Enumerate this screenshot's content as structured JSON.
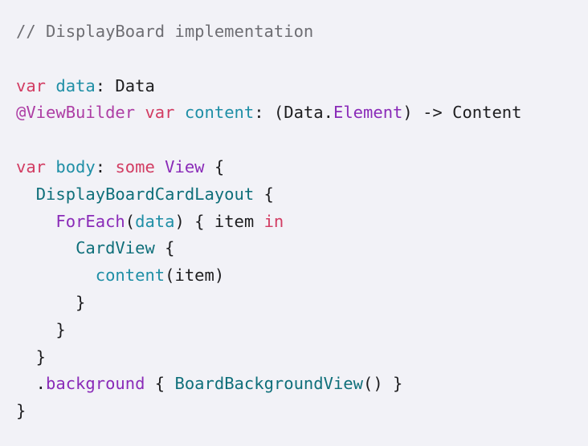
{
  "colors": {
    "background": "#f2f2f7",
    "plain": "#1d1d1f",
    "comment": "#6e6e73",
    "keyword": "#d23c62",
    "attribute": "#ad3da4",
    "property": "#1f8fa6",
    "type": "#8a2bb8",
    "function": "#0f6f7a"
  },
  "code": {
    "lines": [
      [
        {
          "t": "// DisplayBoard implementation",
          "c": "comment"
        }
      ],
      [],
      [
        {
          "t": "var",
          "c": "keyword-red"
        },
        {
          "t": " ",
          "c": "plain"
        },
        {
          "t": "data",
          "c": "prop"
        },
        {
          "t": ": Data",
          "c": "plain"
        }
      ],
      [
        {
          "t": "@ViewBuilder",
          "c": "attribute"
        },
        {
          "t": " ",
          "c": "plain"
        },
        {
          "t": "var",
          "c": "keyword-red"
        },
        {
          "t": " ",
          "c": "plain"
        },
        {
          "t": "content",
          "c": "prop"
        },
        {
          "t": ": (Data.",
          "c": "plain"
        },
        {
          "t": "Element",
          "c": "type"
        },
        {
          "t": ") -> Content",
          "c": "plain"
        }
      ],
      [],
      [
        {
          "t": "var",
          "c": "keyword-red"
        },
        {
          "t": " ",
          "c": "plain"
        },
        {
          "t": "body",
          "c": "prop"
        },
        {
          "t": ": ",
          "c": "plain"
        },
        {
          "t": "some",
          "c": "keyword-red"
        },
        {
          "t": " ",
          "c": "plain"
        },
        {
          "t": "View",
          "c": "type"
        },
        {
          "t": " {",
          "c": "plain"
        }
      ],
      [
        {
          "t": "  ",
          "c": "plain"
        },
        {
          "t": "DisplayBoardCardLayout",
          "c": "fn"
        },
        {
          "t": " {",
          "c": "plain"
        }
      ],
      [
        {
          "t": "    ",
          "c": "plain"
        },
        {
          "t": "ForEach",
          "c": "type"
        },
        {
          "t": "(",
          "c": "plain"
        },
        {
          "t": "data",
          "c": "prop"
        },
        {
          "t": ") { item ",
          "c": "plain"
        },
        {
          "t": "in",
          "c": "keyword-red"
        }
      ],
      [
        {
          "t": "      ",
          "c": "plain"
        },
        {
          "t": "CardView",
          "c": "fn"
        },
        {
          "t": " {",
          "c": "plain"
        }
      ],
      [
        {
          "t": "        ",
          "c": "plain"
        },
        {
          "t": "content",
          "c": "prop"
        },
        {
          "t": "(item)",
          "c": "plain"
        }
      ],
      [
        {
          "t": "      }",
          "c": "plain"
        }
      ],
      [
        {
          "t": "    }",
          "c": "plain"
        }
      ],
      [
        {
          "t": "  }",
          "c": "plain"
        }
      ],
      [
        {
          "t": "  .",
          "c": "plain"
        },
        {
          "t": "background",
          "c": "type"
        },
        {
          "t": " { ",
          "c": "plain"
        },
        {
          "t": "BoardBackgroundView",
          "c": "fn"
        },
        {
          "t": "() }",
          "c": "plain"
        }
      ],
      [
        {
          "t": "}",
          "c": "plain"
        }
      ]
    ]
  }
}
